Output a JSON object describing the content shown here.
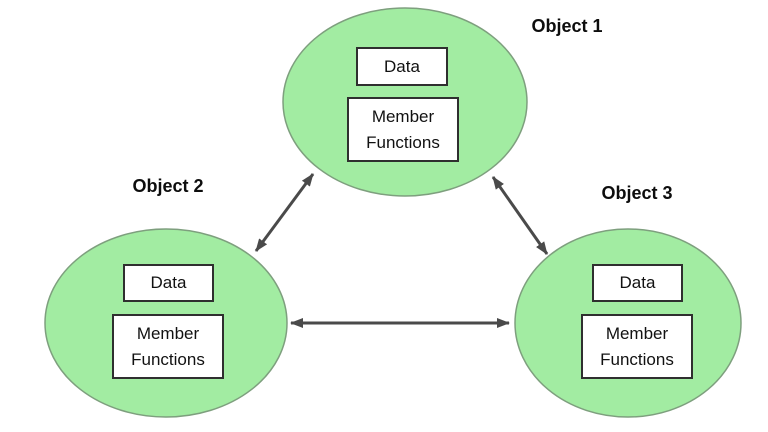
{
  "diagram": {
    "type": "oop-objects-communication",
    "colors": {
      "background": "#ffffff",
      "ellipse_fill": "#a2eca2",
      "ellipse_stroke": "#7e9f7e",
      "arrow": "#4a4a4a",
      "box_fill": "#ffffff",
      "box_border": "#2f2f2f",
      "box_text": "#111111",
      "label_text": "#0d0d0d"
    },
    "objects": [
      {
        "label": "Object 1",
        "data_box": "Data",
        "member_box": "Member Functions"
      },
      {
        "label": "Object 2",
        "data_box": "Data",
        "member_box": "Member Functions"
      },
      {
        "label": "Object 3",
        "data_box": "Data",
        "member_box": "Member Functions"
      }
    ],
    "connections": [
      {
        "from": "Object 1",
        "to": "Object 2",
        "style": "double-arrow"
      },
      {
        "from": "Object 1",
        "to": "Object 3",
        "style": "double-arrow"
      },
      {
        "from": "Object 2",
        "to": "Object 3",
        "style": "double-arrow"
      }
    ]
  }
}
